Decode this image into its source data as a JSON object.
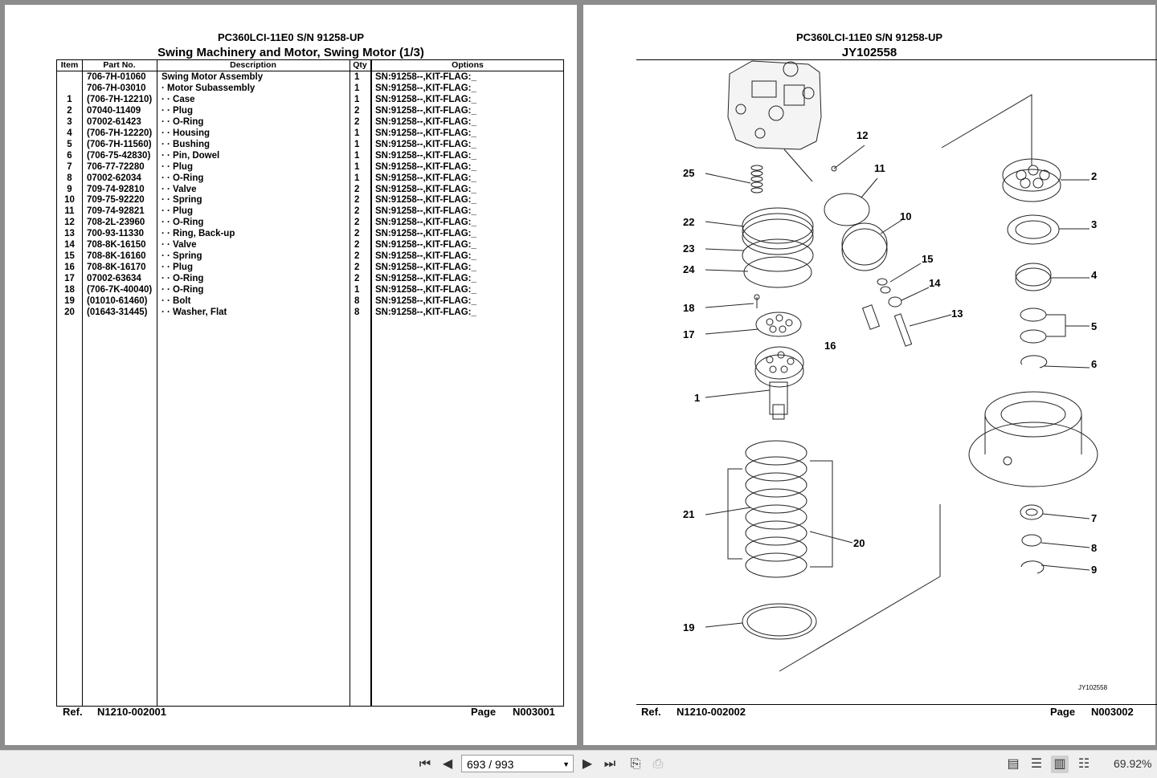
{
  "left_page": {
    "model": "PC360LCI-11E0 S/N 91258-UP",
    "title": "Swing Machinery and Motor, Swing Motor (1/3)",
    "headers": {
      "item": "Item",
      "part": "Part No.",
      "desc": "Description",
      "qty": "Qty",
      "opt": "Options"
    },
    "rows": [
      {
        "item": "",
        "part": "706-7H-01060",
        "desc": "Swing Motor Assembly",
        "qty": "1",
        "opt": "SN:91258--,KIT-FLAG:_"
      },
      {
        "item": "",
        "part": "706-7H-03010",
        "desc": "· Motor Subassembly",
        "qty": "1",
        "opt": "SN:91258--,KIT-FLAG:_"
      },
      {
        "item": "1",
        "part": "(706-7H-12210)",
        "desc": "· · Case",
        "qty": "1",
        "opt": "SN:91258--,KIT-FLAG:_"
      },
      {
        "item": "2",
        "part": "07040-11409",
        "desc": "· · Plug",
        "qty": "2",
        "opt": "SN:91258--,KIT-FLAG:_"
      },
      {
        "item": "3",
        "part": "07002-61423",
        "desc": "· · O-Ring",
        "qty": "2",
        "opt": "SN:91258--,KIT-FLAG:_"
      },
      {
        "item": "4",
        "part": "(706-7H-12220)",
        "desc": "· · Housing",
        "qty": "1",
        "opt": "SN:91258--,KIT-FLAG:_"
      },
      {
        "item": "5",
        "part": "(706-7H-11560)",
        "desc": "· · Bushing",
        "qty": "1",
        "opt": "SN:91258--,KIT-FLAG:_"
      },
      {
        "item": "6",
        "part": "(706-75-42830)",
        "desc": "· · Pin, Dowel",
        "qty": "1",
        "opt": "SN:91258--,KIT-FLAG:_"
      },
      {
        "item": "7",
        "part": "706-77-72280",
        "desc": "· · Plug",
        "qty": "1",
        "opt": "SN:91258--,KIT-FLAG:_"
      },
      {
        "item": "8",
        "part": "07002-62034",
        "desc": "· · O-Ring",
        "qty": "1",
        "opt": "SN:91258--,KIT-FLAG:_"
      },
      {
        "item": "9",
        "part": "709-74-92810",
        "desc": "· · Valve",
        "qty": "2",
        "opt": "SN:91258--,KIT-FLAG:_"
      },
      {
        "item": "10",
        "part": "709-75-92220",
        "desc": "· · Spring",
        "qty": "2",
        "opt": "SN:91258--,KIT-FLAG:_"
      },
      {
        "item": "11",
        "part": "709-74-92821",
        "desc": "· · Plug",
        "qty": "2",
        "opt": "SN:91258--,KIT-FLAG:_"
      },
      {
        "item": "12",
        "part": "708-2L-23960",
        "desc": "· · O-Ring",
        "qty": "2",
        "opt": "SN:91258--,KIT-FLAG:_"
      },
      {
        "item": "13",
        "part": "700-93-11330",
        "desc": "· · Ring, Back-up",
        "qty": "2",
        "opt": "SN:91258--,KIT-FLAG:_"
      },
      {
        "item": "14",
        "part": "708-8K-16150",
        "desc": "· · Valve",
        "qty": "2",
        "opt": "SN:91258--,KIT-FLAG:_"
      },
      {
        "item": "15",
        "part": "708-8K-16160",
        "desc": "· · Spring",
        "qty": "2",
        "opt": "SN:91258--,KIT-FLAG:_"
      },
      {
        "item": "16",
        "part": "708-8K-16170",
        "desc": "· · Plug",
        "qty": "2",
        "opt": "SN:91258--,KIT-FLAG:_"
      },
      {
        "item": "17",
        "part": "07002-63634",
        "desc": "· · O-Ring",
        "qty": "2",
        "opt": "SN:91258--,KIT-FLAG:_"
      },
      {
        "item": "18",
        "part": "(706-7K-40040)",
        "desc": "· · O-Ring",
        "qty": "1",
        "opt": "SN:91258--,KIT-FLAG:_"
      },
      {
        "item": "19",
        "part": "(01010-61460)",
        "desc": "· · Bolt",
        "qty": "8",
        "opt": "SN:91258--,KIT-FLAG:_"
      },
      {
        "item": "20",
        "part": "(01643-31445)",
        "desc": "· · Washer, Flat",
        "qty": "8",
        "opt": "SN:91258--,KIT-FLAG:_"
      }
    ],
    "ref_label": "Ref.",
    "ref_value": "N1210-002001",
    "page_label": "Page",
    "page_value": "N003001"
  },
  "right_page": {
    "model": "PC360LCI-11E0 S/N 91258-UP",
    "drawing_id": "JY102558",
    "drawing_stamp": "JY102558",
    "callouts": [
      "1",
      "2",
      "3",
      "4",
      "5",
      "6",
      "7",
      "8",
      "9",
      "10",
      "11",
      "12",
      "13",
      "14",
      "15",
      "16",
      "17",
      "18",
      "19",
      "20",
      "21",
      "22",
      "23",
      "24",
      "25"
    ],
    "ref_label": "Ref.",
    "ref_value": "N1210-002002",
    "page_label": "Page",
    "page_value": "N003002"
  },
  "toolbar": {
    "page_field": "693 / 993",
    "zoom": "69.92%",
    "icons": [
      "first-page-icon",
      "prev-page-icon",
      "next-page-icon",
      "last-page-icon",
      "rotate-icon",
      "fit-icon",
      "single-page-icon",
      "continuous-icon",
      "two-page-icon",
      "two-page-continuous-icon"
    ]
  }
}
